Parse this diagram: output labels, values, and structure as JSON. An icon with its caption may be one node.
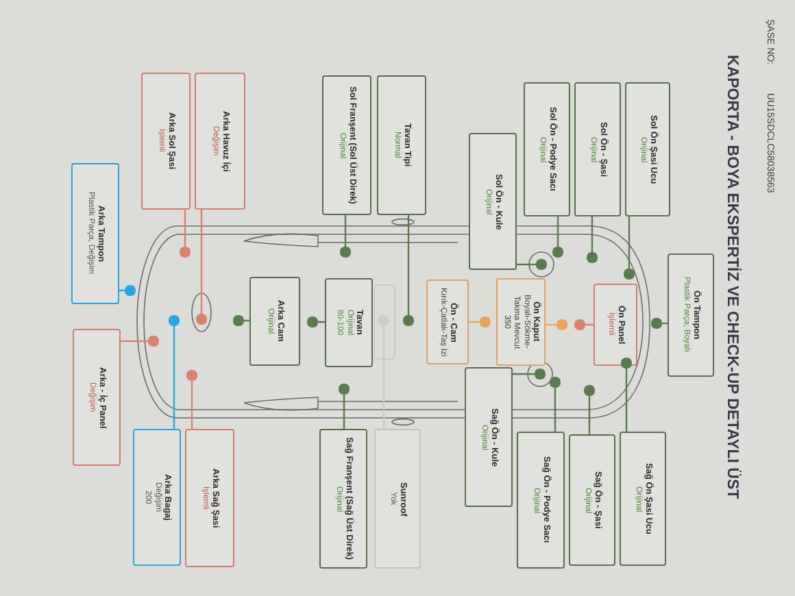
{
  "diagram": {
    "title": "KAPORTA - BOYA EKSPERTİZ VE CHECK-UP DETAYLI ÜST",
    "nodes": [
      {
        "text": [
          "Sol Ön Şasi Ucu",
          "Orijinal"
        ]
      },
      {
        "text": [
          "Ön Tampon",
          "Plastik Parça, Boyalı"
        ]
      },
      {
        "text": [
          "Sağ Ön Şasi Ucu",
          "Orijinal"
        ]
      },
      {
        "text": [
          "Sol Ön - Şasi",
          "Orijinal"
        ]
      },
      {
        "text": [
          "Ön Panel",
          "İşlemli"
        ]
      },
      {
        "text": [
          "Sağ Ön - Şasi",
          "Orijinal"
        ]
      },
      {
        "text": [
          "Sol Ön - Podye Sacı",
          "Orijinal"
        ]
      },
      {
        "text": [
          "Ön Kaput",
          "Boyalı-Sökme- Takma Mevcut",
          "350"
        ]
      },
      {
        "text": [
          "Sağ Ön - Podye Sacı",
          "Orijinal"
        ]
      },
      {
        "text": [
          "Sol Ön - Kule",
          "Orijinal"
        ]
      },
      {
        "text": [
          "Ön - Cam",
          "Kırık-Çatlak-Taş İzi"
        ]
      },
      {
        "text": [
          "Sağ Ön - Kule",
          "Orijinal"
        ]
      },
      {
        "text": [
          "Tavan Tipi",
          "Normal"
        ]
      },
      {
        "text": [
          "Sunroof",
          "Yok"
        ]
      },
      {
        "text": [
          "Sol Franşent (Sol Üst Direk)",
          "Orijinal"
        ]
      },
      {
        "text": [
          "Tavan",
          "Orijinal",
          "80-100"
        ]
      },
      {
        "text": [
          "Sağ Franşent (Sağ Üst Direk)",
          "Orijinal"
        ]
      },
      {
        "text": [
          "Arka Cam",
          "Orijinal"
        ]
      },
      {
        "text": [
          "Arka Havuz İçi",
          "Değişim"
        ]
      },
      {
        "text": [
          "Arka Sağ Şasi",
          "İşlemli"
        ]
      },
      {
        "text": [
          "Arka Sol Şasi",
          "İşlemli"
        ]
      },
      {
        "text": [
          "Arka Bagaj",
          "Değişim",
          "200"
        ]
      },
      {
        "text": [
          "Arka Tampon",
          "Plastik Parça, Değişim"
        ]
      },
      {
        "text": [
          "Arka - İç Panel",
          "Değişim"
        ]
      },
      {
        "text": [],
        "shape": "circle"
      },
      {
        "text": [],
        "shape": "circle"
      },
      {
        "text": [],
        "shape": "circle"
      },
      {
        "text": [],
        "shape": "circle"
      },
      {
        "text": [],
        "shape": "circle"
      },
      {
        "text": [],
        "shape": "circle"
      },
      {
        "text": [],
        "shape": "circle"
      },
      {
        "text": [],
        "shape": "circle"
      },
      {
        "text": [],
        "shape": "circle"
      },
      {
        "text": [],
        "shape": "circle"
      },
      {
        "text": [],
        "shape": "circle"
      },
      {
        "text": [],
        "shape": "circle"
      },
      {
        "text": [],
        "shape": "circle"
      },
      {
        "text": [],
        "shape": "circle"
      },
      {
        "text": [],
        "shape": "circle"
      },
      {
        "text": [],
        "shape": "circle"
      },
      {
        "text": [],
        "shape": "circle"
      },
      {
        "text": [],
        "shape": "circle"
      },
      {
        "text": [],
        "shape": "circle"
      },
      {
        "text": [],
        "shape": "circle"
      },
      {
        "text": [],
        "shape": "circle"
      },
      {
        "text": [],
        "shape": "circle"
      },
      {
        "text": [],
        "shape": "circle"
      },
      {
        "text": [],
        "shape": "circle"
      }
    ],
    "edges": [
      {
        "from": 0,
        "to": 24,
        "arrow": "none"
      },
      {
        "from": 1,
        "to": 25,
        "arrow": "none"
      },
      {
        "from": 2,
        "to": 26,
        "arrow": "none"
      },
      {
        "from": 3,
        "to": 27,
        "arrow": "none"
      },
      {
        "from": 4,
        "to": 28,
        "arrow": "none",
        "color": "#d9826f"
      },
      {
        "from": 5,
        "to": 29,
        "arrow": "none"
      },
      {
        "from": 6,
        "to": 30,
        "arrow": "none"
      },
      {
        "from": 7,
        "to": 31,
        "arrow": "none",
        "color": "#e8a55f"
      },
      {
        "from": 8,
        "to": 32,
        "arrow": "none"
      },
      {
        "from": 9,
        "to": 33,
        "arrow": "none"
      },
      {
        "from": 10,
        "to": 34,
        "arrow": "none",
        "color": "#e8a55f"
      },
      {
        "from": 11,
        "to": 35,
        "arrow": "none"
      },
      {
        "from": 12,
        "to": 36,
        "arrow": "none"
      },
      {
        "from": 13,
        "to": 37,
        "arrow": "none",
        "color": "#c8c8c8"
      },
      {
        "from": 14,
        "to": 38,
        "arrow": "none"
      },
      {
        "from": 15,
        "to": 39,
        "arrow": "none"
      },
      {
        "from": 16,
        "to": 40,
        "arrow": "none"
      },
      {
        "from": 17,
        "to": 41,
        "arrow": "none"
      },
      {
        "from": 18,
        "to": 42,
        "arrow": "none",
        "color": "#d9826f"
      },
      {
        "from": 19,
        "to": 43,
        "arrow": "none",
        "color": "#d9826f"
      },
      {
        "from": 20,
        "to": 44,
        "arrow": "none",
        "color": "#d9826f"
      },
      {
        "from": 21,
        "to": 45,
        "arrow": "none",
        "color": "#2aa6e0"
      },
      {
        "from": 22,
        "to": 46,
        "arrow": "none",
        "color": "#2aa6e0"
      },
      {
        "from": 23,
        "to": 47,
        "arrow": "none",
        "color": "#d9826f"
      }
    ],
    "labels": [
      "ŞASE NO:",
      "UU15SDCLC58038563"
    ]
  }
}
